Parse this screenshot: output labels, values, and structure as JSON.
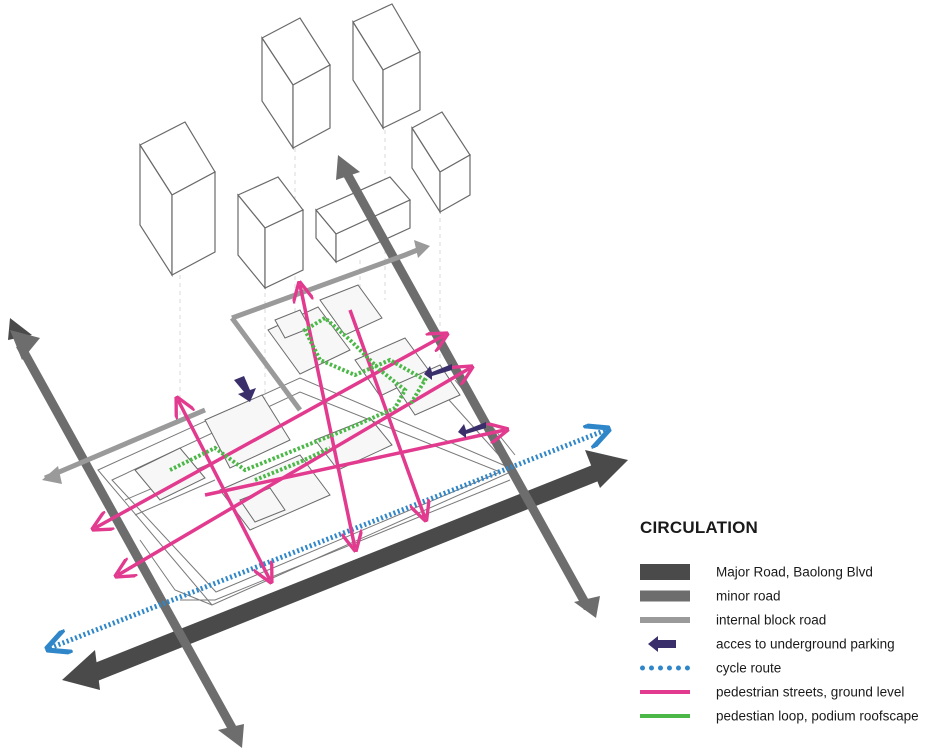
{
  "legend": {
    "title": "CIRCULATION",
    "items": [
      {
        "key": "major",
        "label": "Major Road, Baolong Blvd"
      },
      {
        "key": "minor",
        "label": "minor road"
      },
      {
        "key": "internal",
        "label": "internal block road"
      },
      {
        "key": "parking",
        "label": "acces to underground parking"
      },
      {
        "key": "cycle",
        "label": "cycle route"
      },
      {
        "key": "ped",
        "label": "pedestrian streets, ground level"
      },
      {
        "key": "loop",
        "label": "pedestian loop, podium roofscape"
      }
    ]
  },
  "colors": {
    "major_road": "#4a4a4a",
    "minor_road": "#6d6d6d",
    "internal_road": "#9a9a9a",
    "parking_arrow": "#3a2f6b",
    "cycle_route": "#2f86c8",
    "pedestrian_street": "#e23a8e",
    "podium_loop": "#4cb848",
    "building_stroke": "#6a6a6a"
  }
}
